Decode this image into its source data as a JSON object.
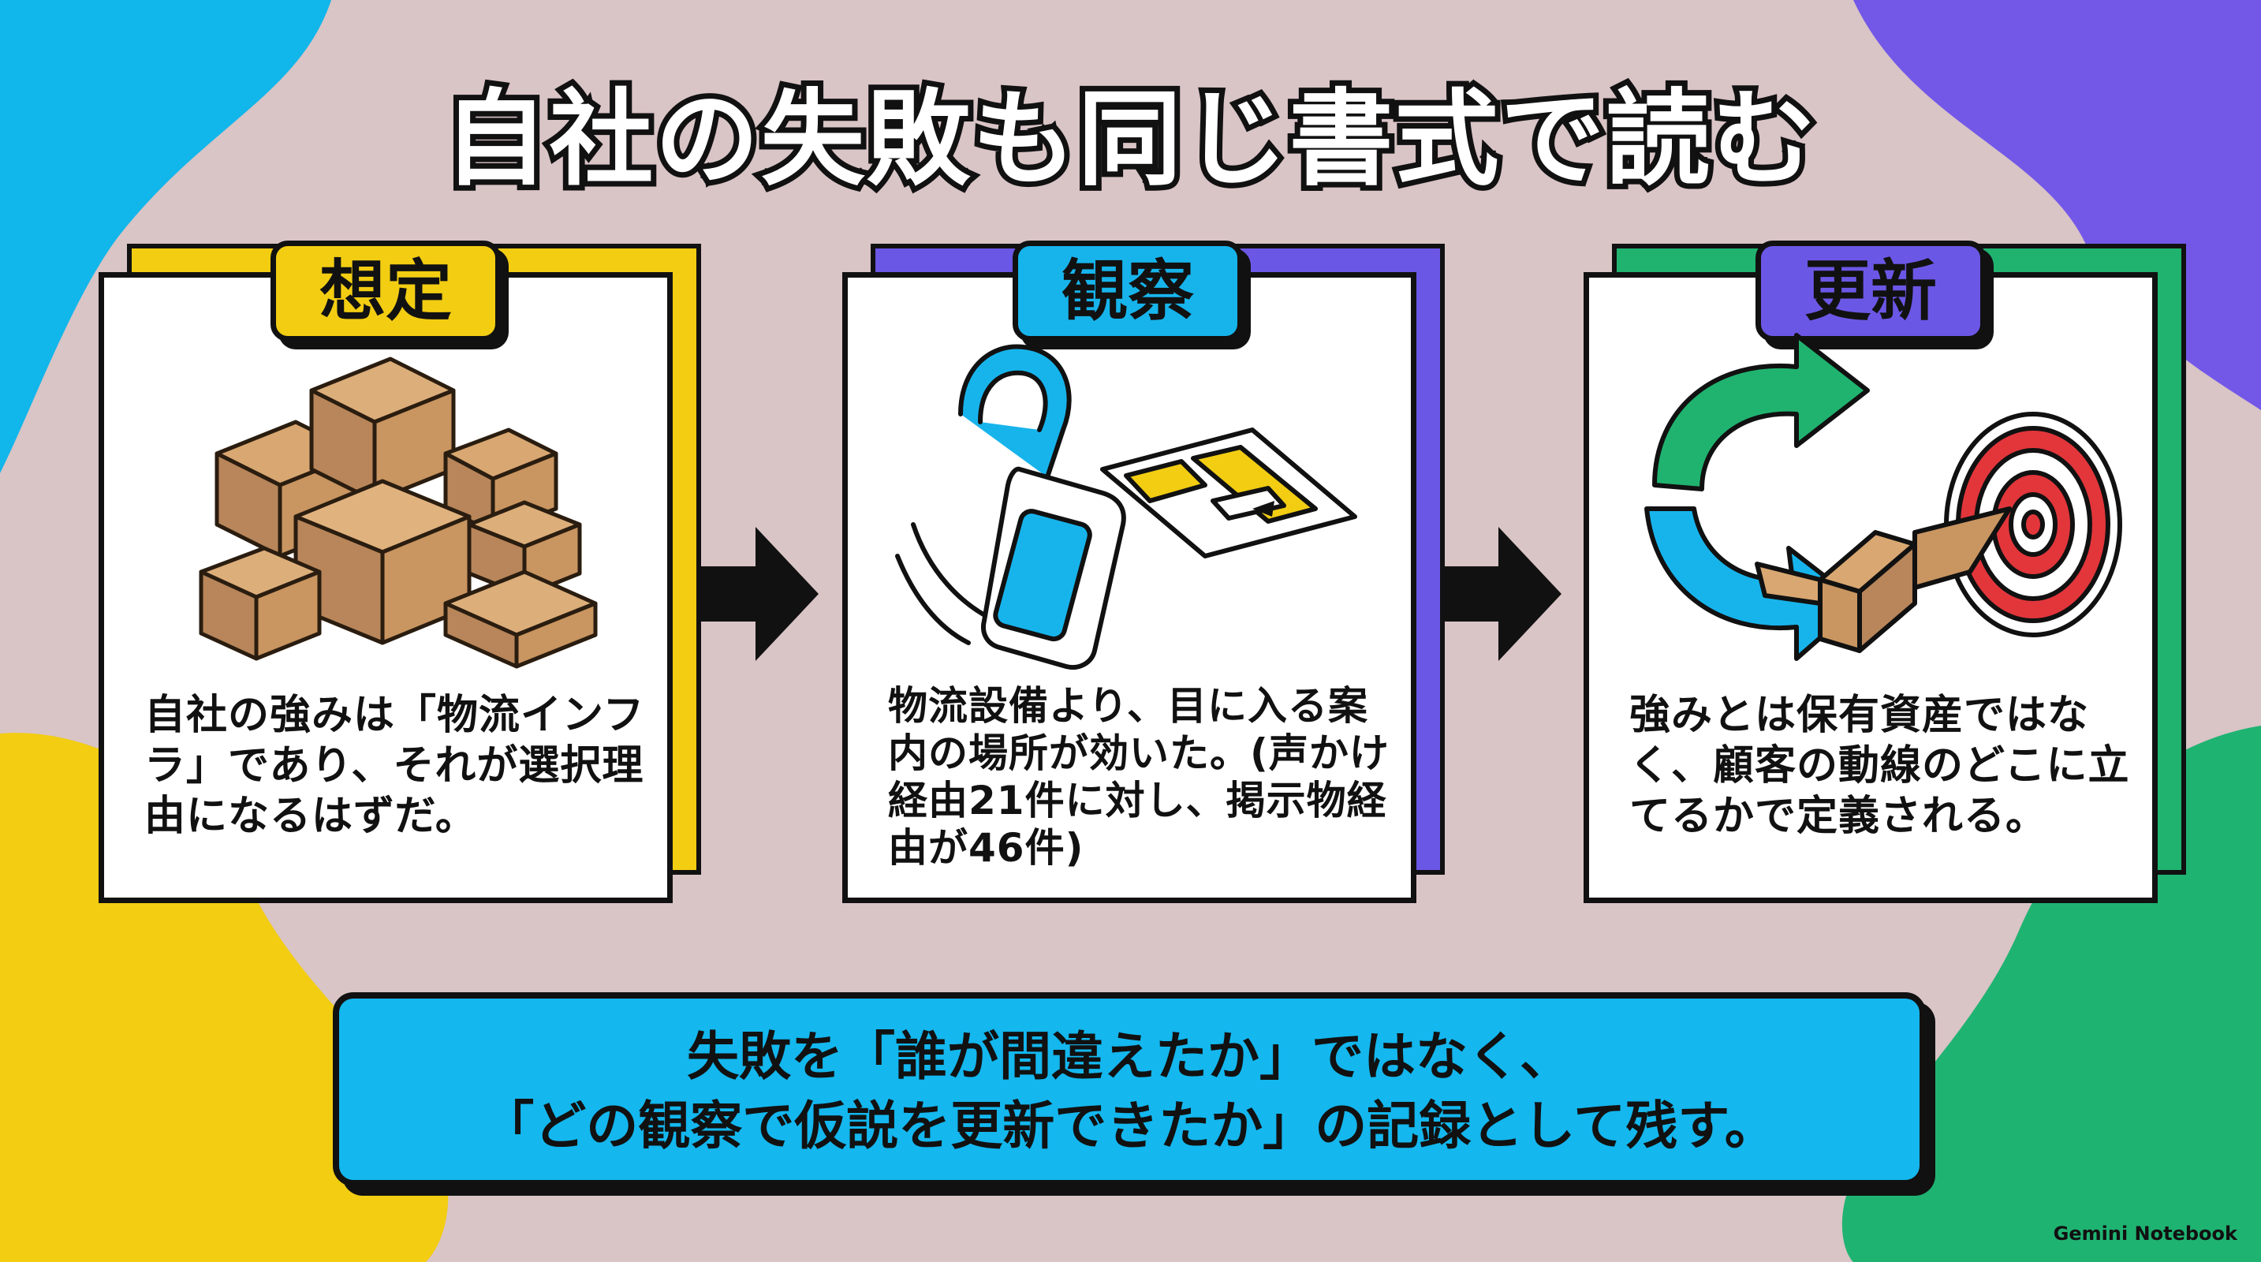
{
  "title": "自社の失敗も同じ書式で読む",
  "steps": [
    {
      "label": "想定",
      "text": "自社の強みは「物流インフラ」であり、それが選択理由になるはずだ。",
      "icon": "cardboard-boxes-icon",
      "accent": "#f2cd12"
    },
    {
      "label": "観察",
      "text": "物流設備より、目に入る案内の場所が効いた。(声かけ経由21件に対し、掲示物経由が46件)",
      "icon": "door-hanger-and-sign-icon",
      "accent": "#17b4ec"
    },
    {
      "label": "更新",
      "text": "強みとは保有資産ではなく、顧客の動線のどこに立てるかで定義される。",
      "icon": "refresh-target-icon",
      "accent": "#6b57e6"
    }
  ],
  "summary": {
    "line1": "失敗を「誰が間違えたか」ではなく、",
    "line2": "「どの観察で仮説を更新できたか」の記録として残す。"
  },
  "brand": "Gemini Notebook",
  "colors": {
    "background": "#d9c4c6",
    "yellow": "#f2cd12",
    "cyan": "#17b4ec",
    "purple": "#6b57e6",
    "green": "#20b36f"
  }
}
